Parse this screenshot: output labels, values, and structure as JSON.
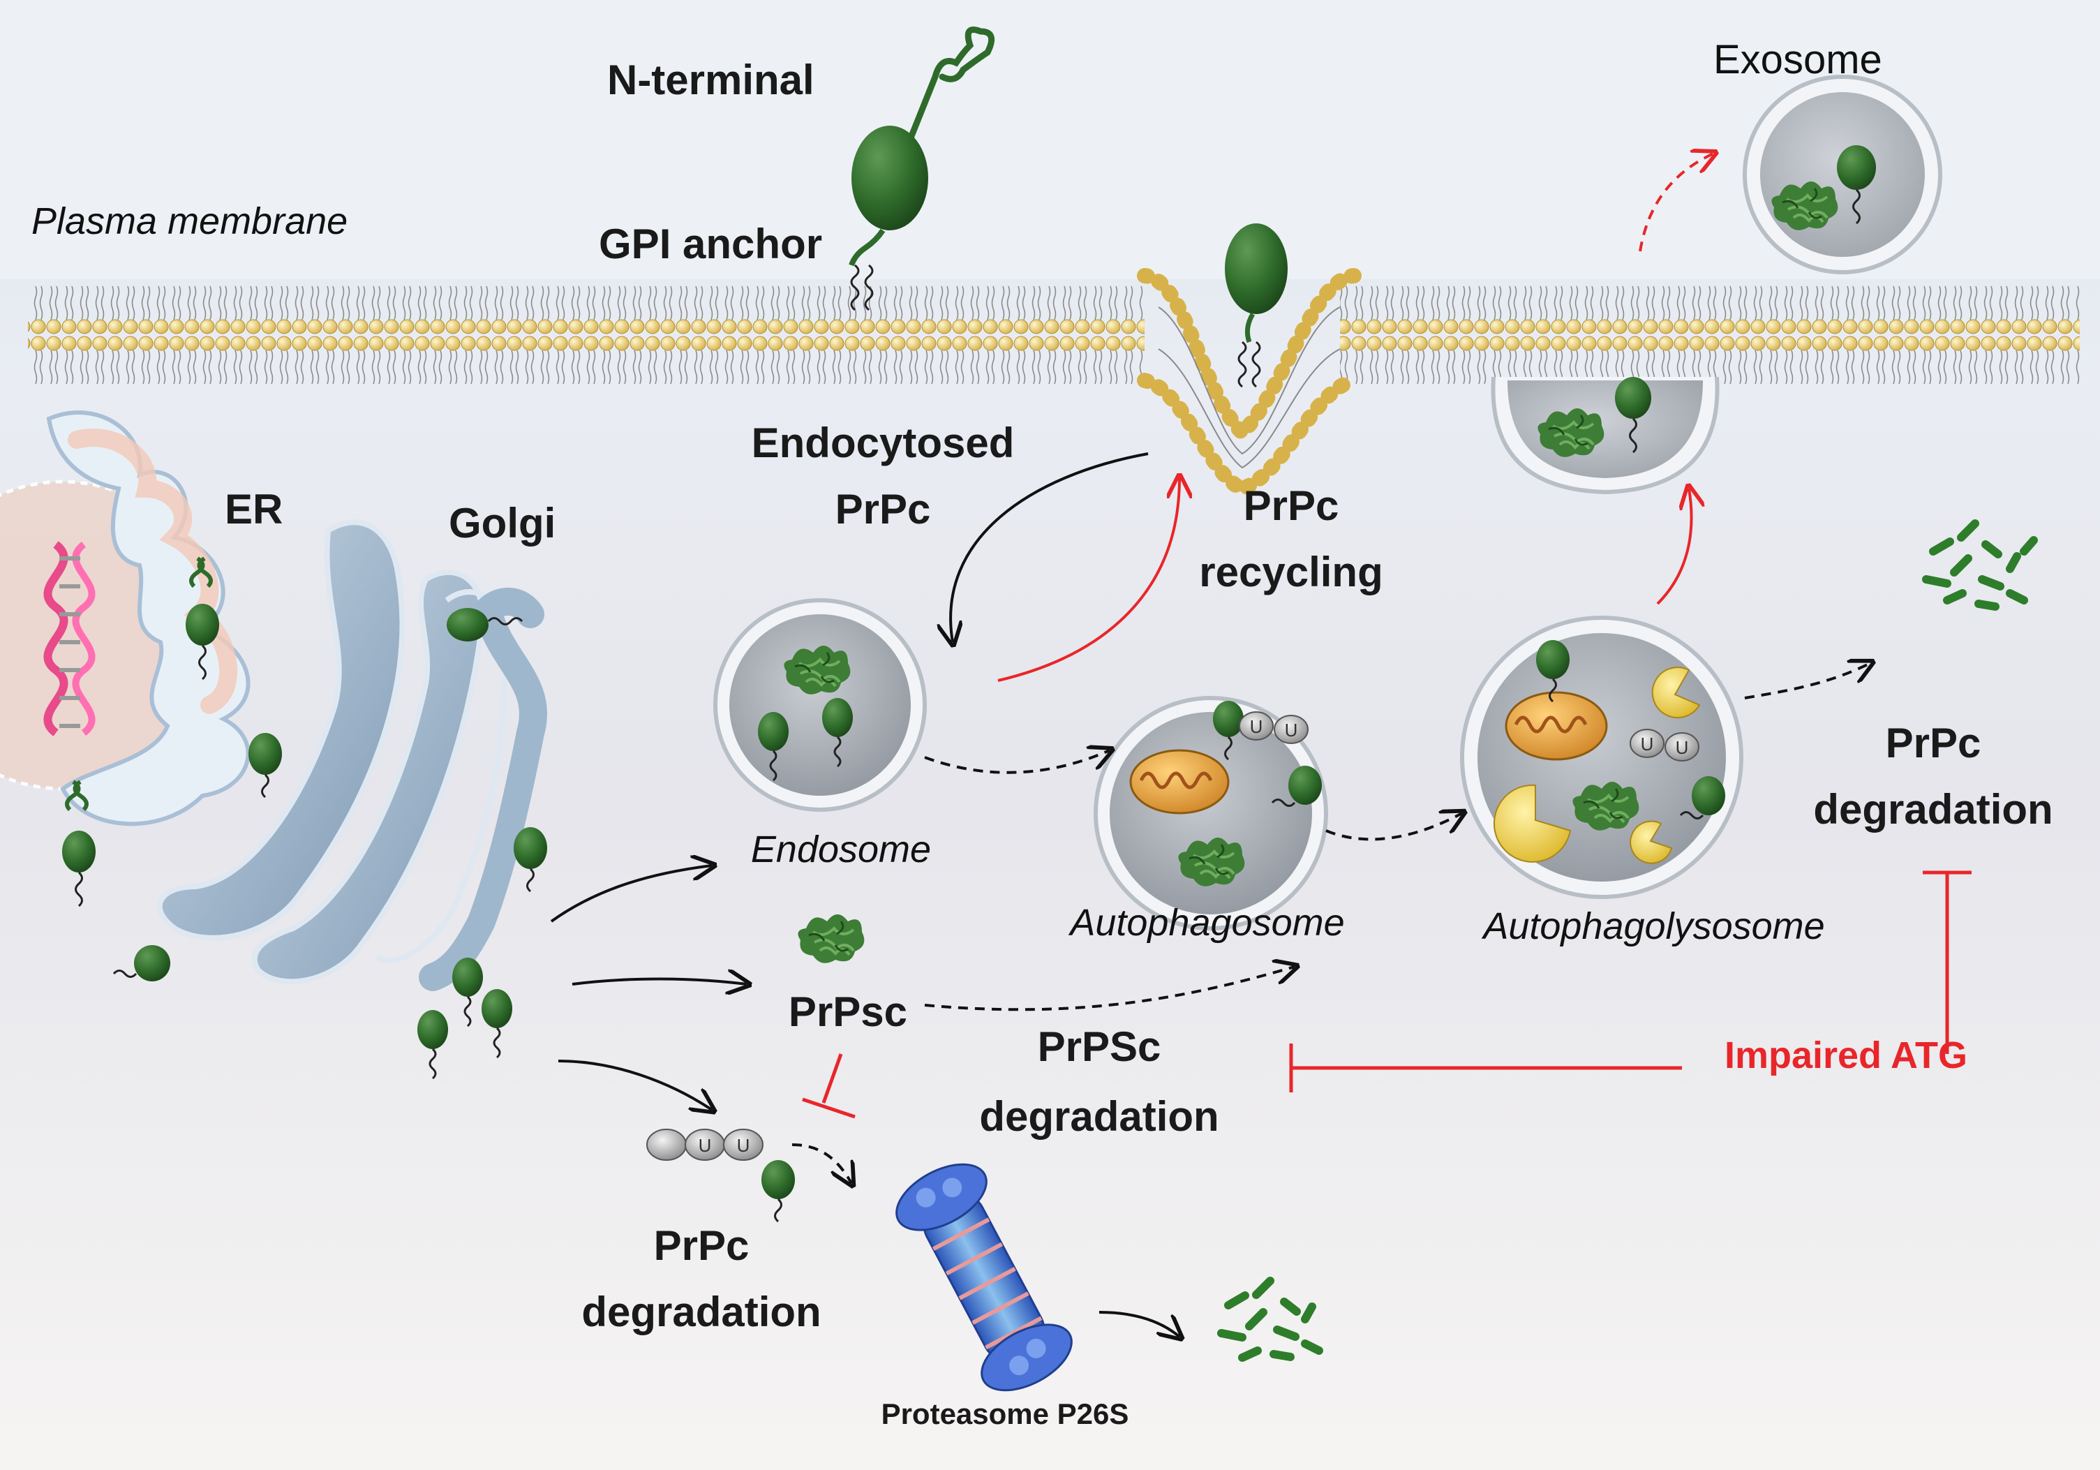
{
  "labels": {
    "n_terminal": "N-terminal",
    "gpi_anchor": "GPI anchor",
    "plasma_membrane": "Plasma membrane",
    "exosome": "Exosome",
    "endocytosed_1": "Endocytosed",
    "endocytosed_2": "PrPc",
    "recycling_1": "PrPc",
    "recycling_2": "recycling",
    "er": "ER",
    "golgi": "Golgi",
    "endosome": "Endosome",
    "autophagosome": "Autophagosome",
    "autophagolysosome": "Autophagolysosome",
    "prpc_deg_right_1": "PrPc",
    "prpc_deg_right_2": "degradation",
    "prpsc": "PrPsc",
    "prpsc_deg_1": "PrPSc",
    "prpsc_deg_2": "degradation",
    "impaired_atg": "Impaired ATG",
    "prpc_deg_left_1": "PrPc",
    "prpc_deg_left_2": "degradation",
    "proteasome": "Proteasome P26S",
    "ubiquitin": "U"
  },
  "colors": {
    "protein_green": "#2e6b2a",
    "membrane_head": "#e8cd6e",
    "vesicle_fill": "#aeb4bc",
    "recycling_arrow": "#e8262a",
    "inhibition": "#e8262a",
    "golgi_blue": "#9fb7cc",
    "er_pink": "#f2d9cc",
    "mito_orange": "#e8a23a",
    "lysosome_yellow": "#f0d14a",
    "proteasome_blue": "#3a66c8"
  }
}
